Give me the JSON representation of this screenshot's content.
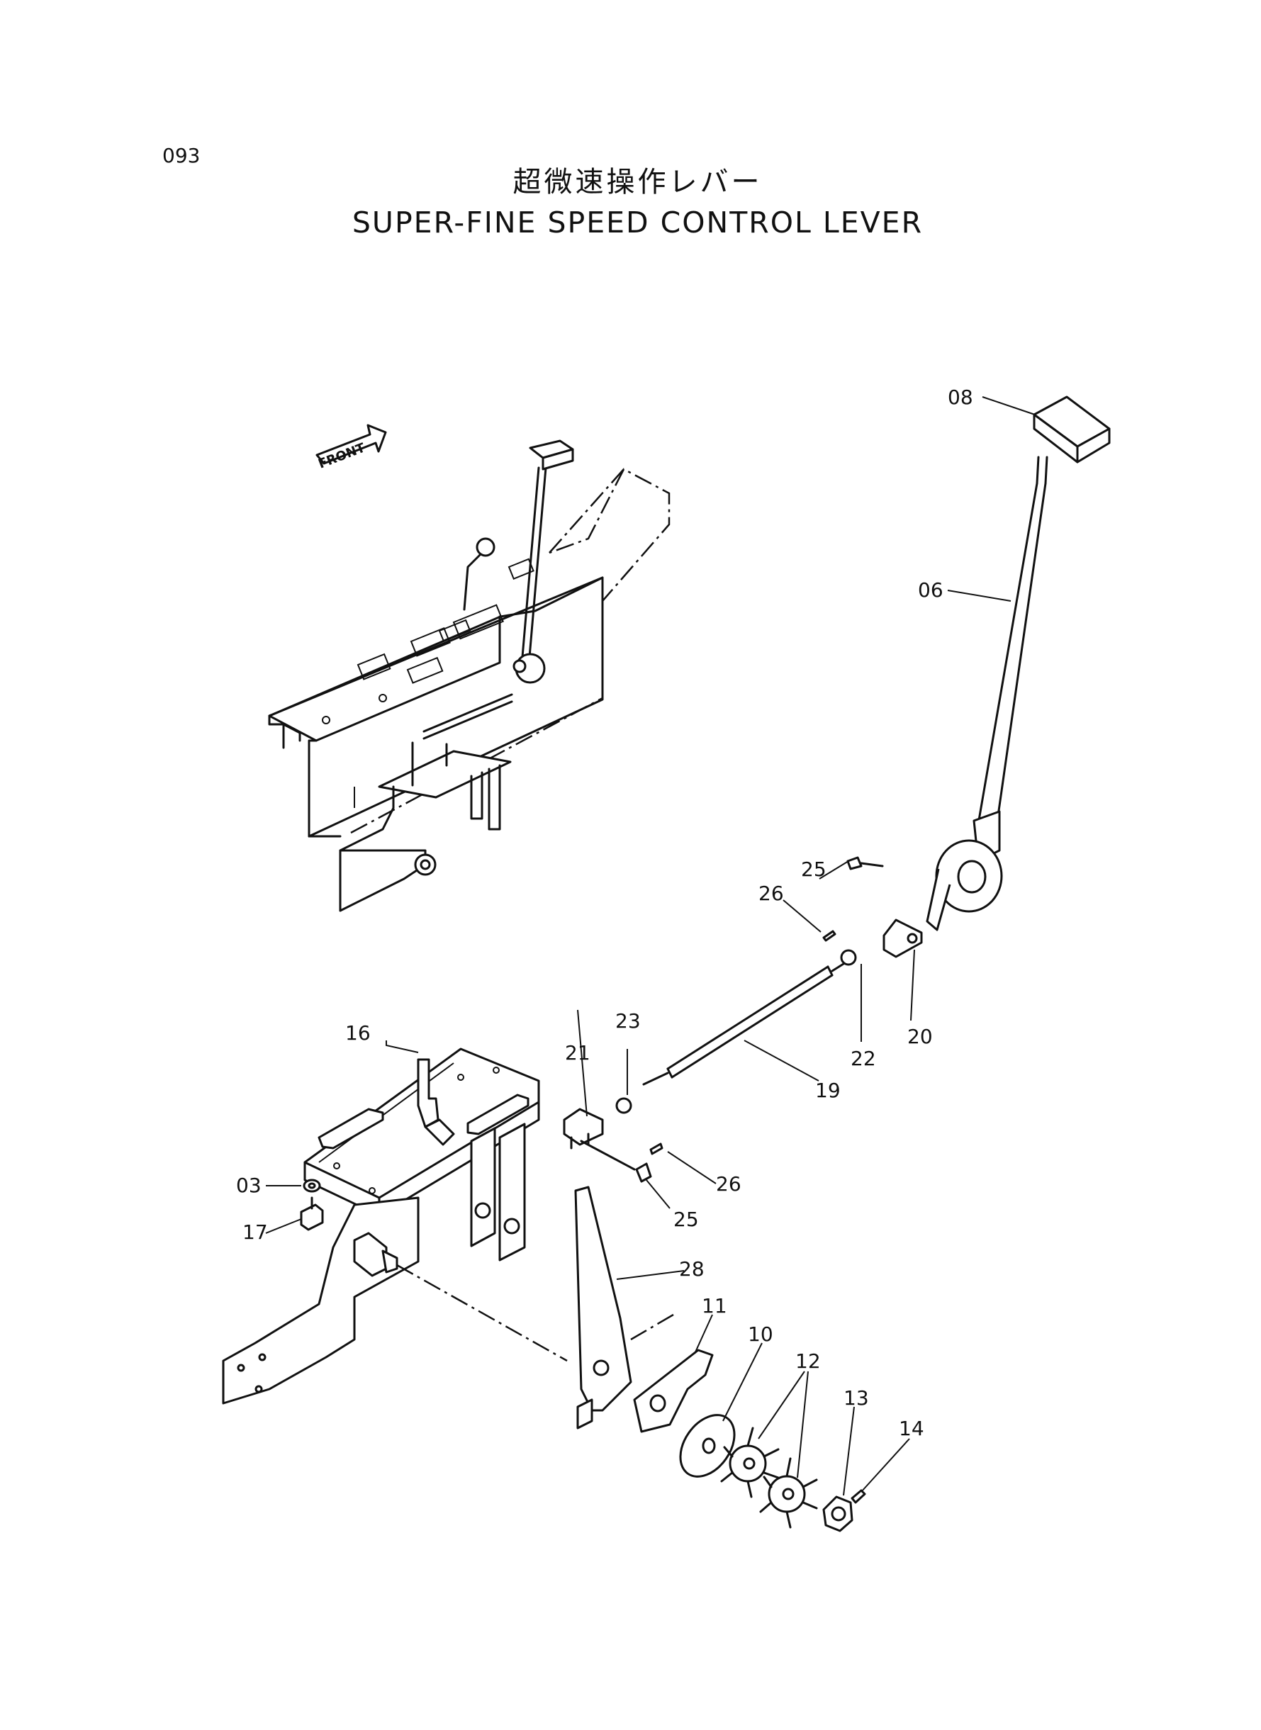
{
  "page_number": "093",
  "title_ja": "超微速操作レバー",
  "title_en": "SUPER-FINE SPEED CONTROL LEVER",
  "front_label": "FRONT",
  "parts": [
    {
      "id": "p08",
      "label": "08"
    },
    {
      "id": "p06",
      "label": "06"
    },
    {
      "id": "p25a",
      "label": "25"
    },
    {
      "id": "p26a",
      "label": "26"
    },
    {
      "id": "p20",
      "label": "20"
    },
    {
      "id": "p22",
      "label": "22"
    },
    {
      "id": "p16",
      "label": "16"
    },
    {
      "id": "p23",
      "label": "23"
    },
    {
      "id": "p21",
      "label": "21"
    },
    {
      "id": "p19",
      "label": "19"
    },
    {
      "id": "p03",
      "label": "03"
    },
    {
      "id": "p26b",
      "label": "26"
    },
    {
      "id": "p17",
      "label": "17"
    },
    {
      "id": "p25b",
      "label": "25"
    },
    {
      "id": "p28",
      "label": "28"
    },
    {
      "id": "p11",
      "label": "11"
    },
    {
      "id": "p10",
      "label": "10"
    },
    {
      "id": "p12",
      "label": "12"
    },
    {
      "id": "p13",
      "label": "13"
    },
    {
      "id": "p14",
      "label": "14"
    }
  ]
}
